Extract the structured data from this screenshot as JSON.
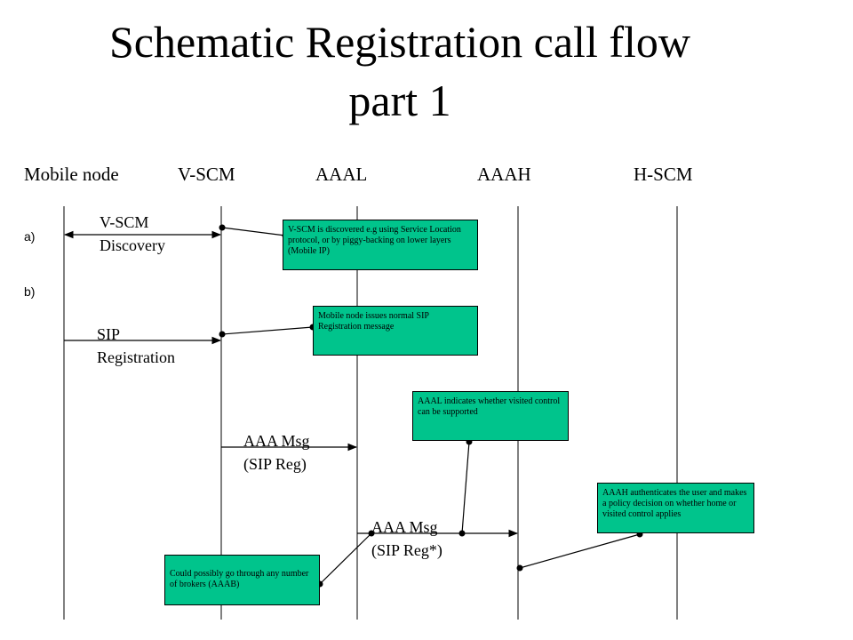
{
  "title": {
    "line1": "Schematic Registration call flow",
    "line2": "part 1"
  },
  "entities": [
    "Mobile node",
    "V-SCM",
    "AAAL",
    "AAAH",
    "H-SCM"
  ],
  "steps": {
    "a": "a)",
    "b": "b)"
  },
  "messages": {
    "vscm_discovery": {
      "line1": "V-SCM",
      "line2": "Discovery"
    },
    "sip_registration": {
      "line1": "SIP",
      "line2": "Registration"
    },
    "aaa_msg_1": {
      "line1": "AAA Msg",
      "line2": "(SIP Reg)"
    },
    "aaa_msg_2": {
      "line1": "AAA Msg",
      "line2": "(SIP Reg*)"
    }
  },
  "notes": {
    "vscm_discovered": "V-SCM is discovered e.g using Service Location protocol, or by piggy-backing on lower layers (Mobile IP)",
    "mobile_issues": "Mobile node issues normal SIP Registration message",
    "aaal_indicates": "AAAL indicates whether visited control can be supported",
    "aaah_authenticates": "AAAH authenticates the user and makes a policy decision on whether home or visited control applies",
    "brokers": "Could possibly go through any number of brokers (AAAB)"
  },
  "colors": {
    "note_fill": "#00c48c",
    "line": "#000000"
  }
}
